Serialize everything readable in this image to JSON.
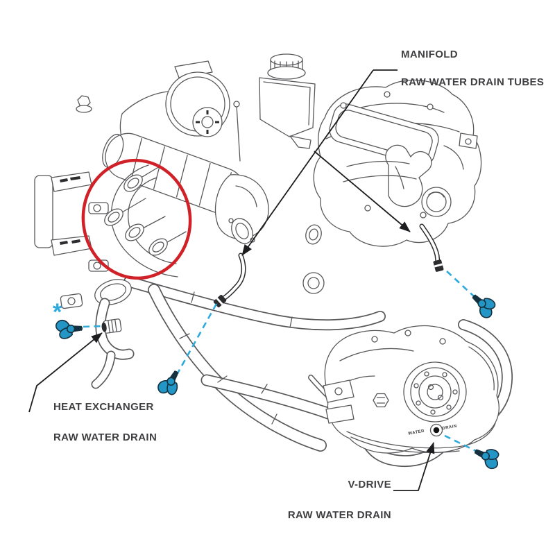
{
  "figure": {
    "title": "Engine raw water drain locations",
    "type": "technical line illustration of a marine inboard engine",
    "background": "#ffffff"
  },
  "colors": {
    "line_art": "#58585b",
    "dark_detail": "#2c2c2f",
    "leader_line": "#1d1d1f",
    "label_text": "#3f3f41",
    "highlight_red": "#cf2127",
    "drain_cyan": "#2da9dc",
    "plug_teal": "#2496c6",
    "plug_outline": "#15303e"
  },
  "labels": {
    "manifold": {
      "line1": "MANIFOLD",
      "line2": "RAW WATER DRAIN TUBES"
    },
    "heat_exchanger": {
      "line1": "HEAT EXCHANGER",
      "line2": "RAW WATER DRAIN"
    },
    "v_drive": {
      "line1": "V-DRIVE",
      "line2": "RAW WATER DRAIN"
    },
    "footnote_marker": "*",
    "v_drive_housing": {
      "water": "WATER",
      "drain": "DRAIN"
    }
  },
  "callouts": [
    {
      "id": "manifold",
      "text": "MANIFOLD RAW WATER DRAIN TUBES",
      "drain_plugs": 2
    },
    {
      "id": "heat-exchanger",
      "text": "HEAT EXCHANGER RAW WATER DRAIN",
      "marker": "*",
      "drain_plugs": 1
    },
    {
      "id": "v-drive",
      "text": "V-DRIVE RAW WATER DRAIN",
      "drain_plugs": 1
    }
  ],
  "highlight": {
    "shape": "ellipse",
    "color": "#cf2127",
    "area": "exhaust manifold"
  }
}
